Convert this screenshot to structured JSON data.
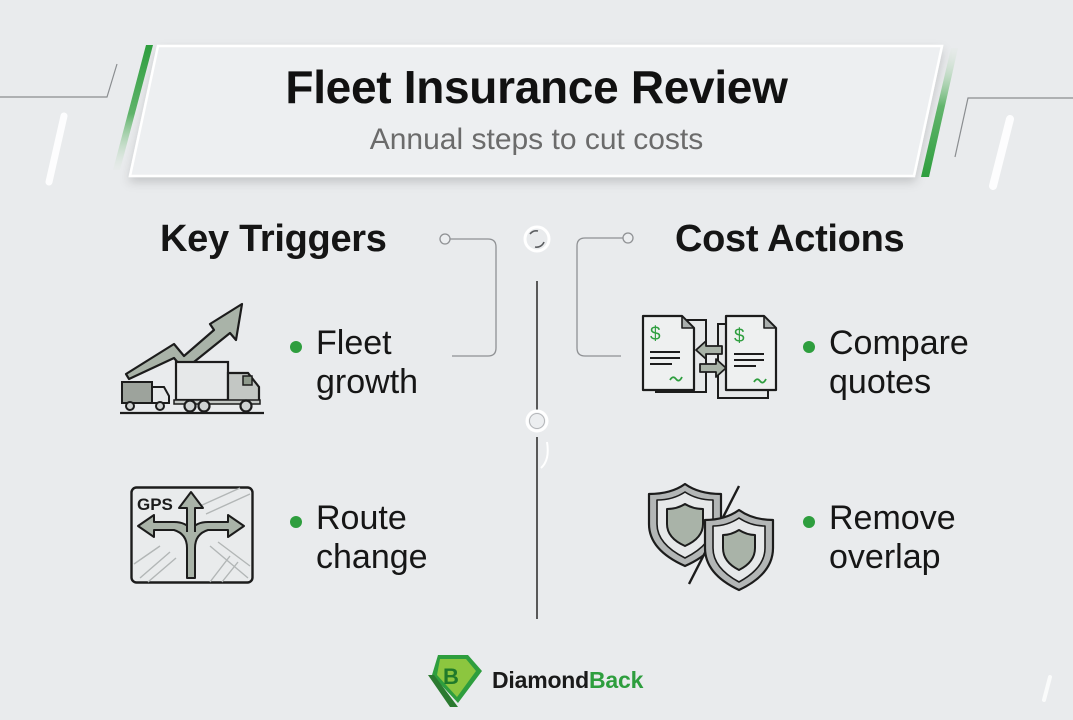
{
  "header": {
    "title": "Fleet Insurance Review",
    "subtitle": "Annual steps to cut costs"
  },
  "left_column": {
    "heading": "Key Triggers",
    "items": [
      {
        "icon": "trucks-growth-arrow-icon",
        "line1": "Fleet",
        "line2": "growth"
      },
      {
        "icon": "gps-route-split-icon",
        "line1": "Route",
        "line2": "change",
        "icon_label": "GPS"
      }
    ]
  },
  "right_column": {
    "heading": "Cost Actions",
    "items": [
      {
        "icon": "compare-quotes-documents-icon",
        "line1": "Compare",
        "line2": "quotes",
        "currency_symbol": "$"
      },
      {
        "icon": "overlapping-shields-icon",
        "line1": "Remove",
        "line2": "overlap"
      }
    ]
  },
  "footer": {
    "brand_part1": "Diamond",
    "brand_part2": "Back",
    "logo_letter": "B"
  },
  "colors": {
    "background": "#e9ebed",
    "accent_green": "#2e9e3e",
    "icon_fill": "#a9b3a8",
    "text_dark": "#141414",
    "subtitle_gray": "#6b6b6b"
  }
}
